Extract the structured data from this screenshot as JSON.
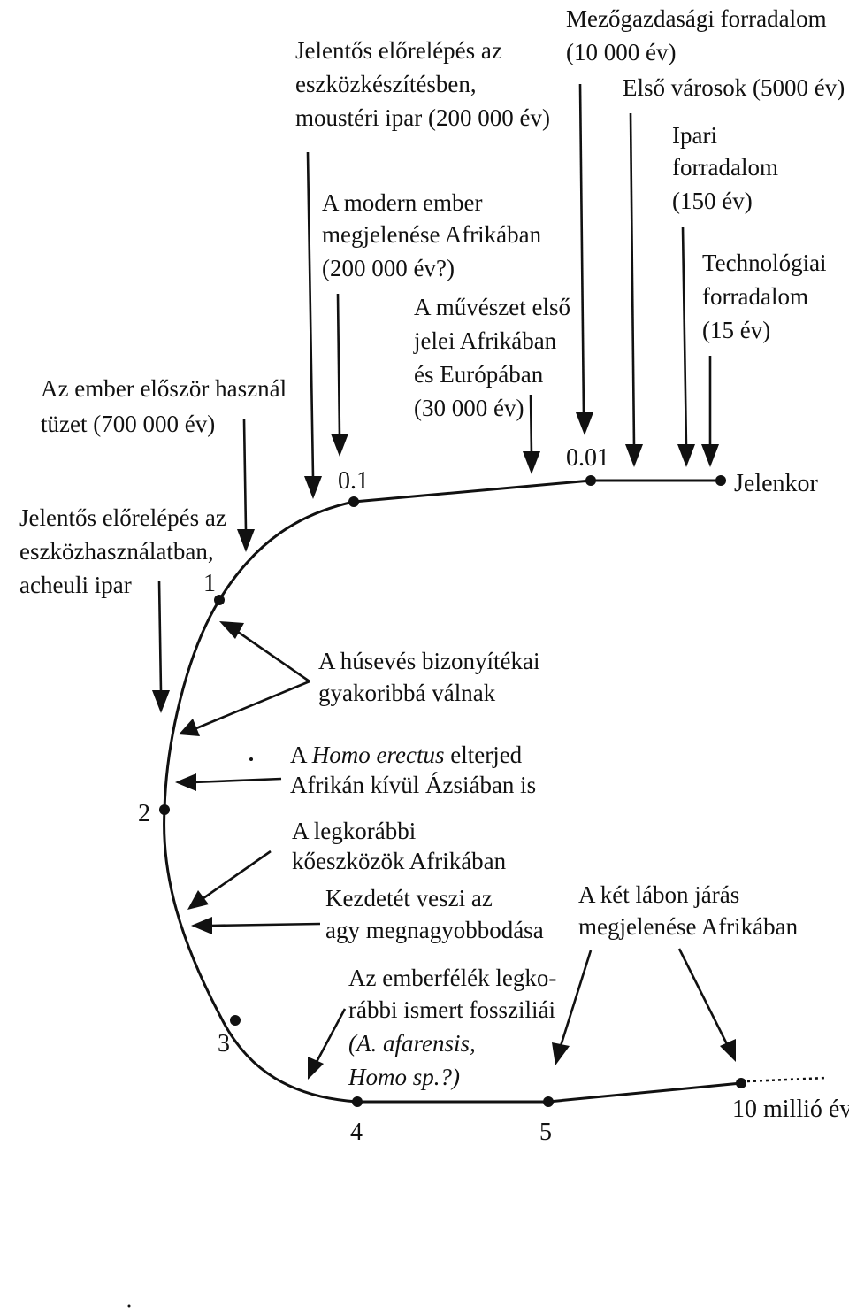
{
  "ticks": {
    "t001": "0.01",
    "t01": "0.1",
    "t1": "1",
    "t2": "2",
    "t3": "3",
    "t4": "4",
    "t5": "5",
    "present": "Jelenkor",
    "ten_million": "10 millió év"
  },
  "events": {
    "agri": [
      "Mezőgazdasági forradalom",
      "(10 000 év)"
    ],
    "cities": [
      "Első városok (5000 év)"
    ],
    "industrial": [
      "Ipari",
      "forradalom",
      "(150 év)"
    ],
    "technological": [
      "Technológiai",
      "forradalom",
      "(15 év)"
    ],
    "mousterian": [
      "Jelentős előrelépés az",
      "eszközkészítésben,",
      "moustéri ipar (200 000 év)"
    ],
    "modern_human": [
      "A modern ember",
      "megjelenése Afrikában",
      "(200 000 év?)"
    ],
    "art": [
      "A művészet első",
      "jelei Afrikában",
      "és Európában",
      "(30 000 év)"
    ],
    "fire": [
      "Az ember először használ",
      "tüzet (700 000 év)"
    ],
    "acheulean": [
      "Jelentős előrelépés az",
      "eszközhasználatban,",
      "acheuli ipar"
    ],
    "meat": [
      "A húsevés bizonyítékai",
      "gyakoribbá válnak"
    ],
    "erectus": {
      "pre": "A ",
      "italic": "Homo erectus",
      "post": " elterjed",
      "line2": "Afrikán kívül Ázsiában is"
    },
    "stone_tools": [
      "A legkorábbi",
      "kőeszközök Afrikában"
    ],
    "brain": [
      "Kezdetét veszi az",
      "agy megnagyobbodása"
    ],
    "bipedal": [
      "A két lábon járás",
      "megjelenése Afrikában"
    ],
    "fossils": {
      "line1": "Az emberfélék legko-",
      "line2": "rábbi ismert fossziliái",
      "line3": "(A. afarensis,",
      "line4": "Homo sp.?)"
    }
  }
}
